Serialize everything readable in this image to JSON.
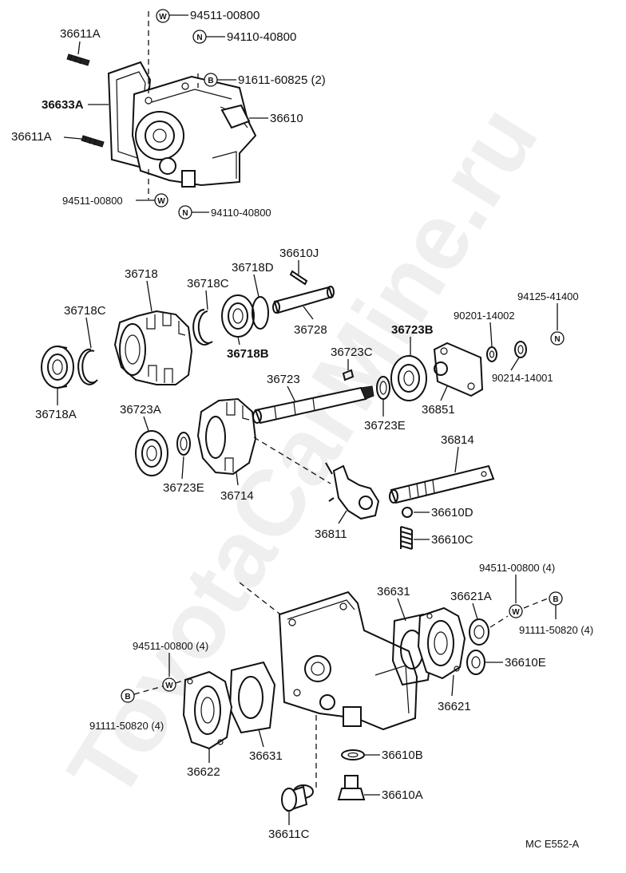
{
  "watermark": "ToyotaCarMine.ru",
  "diagram_code": "MC  E552-A",
  "symbols": {
    "washer": "W",
    "nut": "N",
    "bolt": "B"
  },
  "labels": {
    "p94511_00800_top": "94511-00800",
    "p94110_40800_top": "94110-40800",
    "p36611A_a": "36611A",
    "p36633A": "36633A",
    "p91611_60825": "91611-60825 (2)",
    "p36610": "36610",
    "p36611A_b": "36611A",
    "p94511_00800_mid": "94511-00800",
    "p94110_40800_mid": "94110-40800",
    "p36610J": "36610J",
    "p36718D": "36718D",
    "p36718": "36718",
    "p36718C_a": "36718C",
    "p36718C_b": "36718C",
    "p94125_41400": "94125-41400",
    "p90201_14002": "90201-14002",
    "p36728": "36728",
    "p36723B": "36723B",
    "p36718B": "36718B",
    "p36723C": "36723C",
    "p90214_14001": "90214-14001",
    "p36718A": "36718A",
    "p36723": "36723",
    "p36851": "36851",
    "p36723E_a": "36723E",
    "p36723A": "36723A",
    "p36814": "36814",
    "p36723E_b": "36723E",
    "p36714": "36714",
    "p36610D": "36610D",
    "p36811": "36811",
    "p36610C": "36610C",
    "p94511_00800_4a": "94511-00800 (4)",
    "p36631_a": "36631",
    "p36621A": "36621A",
    "p91111_50820_4a": "91111-50820 (4)",
    "p36610E": "36610E",
    "p94511_00800_4b": "94511-00800 (4)",
    "p36621": "36621",
    "p91111_50820_4b": "91111-50820 (4)",
    "p36631_b": "36631",
    "p36622": "36622",
    "p36610B": "36610B",
    "p36610A": "36610A",
    "p36611C": "36611C"
  }
}
